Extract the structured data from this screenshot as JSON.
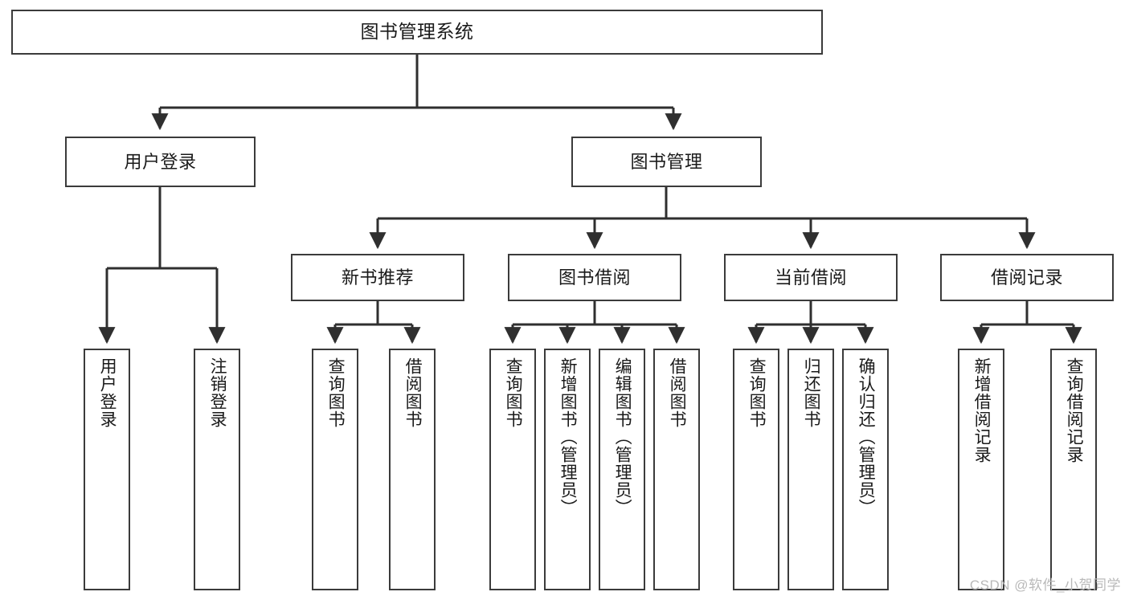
{
  "diagram": {
    "type": "tree",
    "title": "图书管理系统",
    "orientation": "top-down",
    "colors": {
      "box_border": "#3b3b3b",
      "box_fill": "#ffffff",
      "edge": "#2f2f2f",
      "text": "#1a1a1a",
      "watermark": "#b9b9b9",
      "background": "#ffffff"
    }
  },
  "root": {
    "label": "图书管理系统"
  },
  "level2": [
    {
      "label": "用户登录"
    },
    {
      "label": "图书管理"
    }
  ],
  "level3": [
    {
      "label": "新书推荐"
    },
    {
      "label": "图书借阅"
    },
    {
      "label": "当前借阅"
    },
    {
      "label": "借阅记录"
    }
  ],
  "leaves": {
    "user_login": [
      {
        "label": "用户登录"
      },
      {
        "label": "注销登录"
      }
    ],
    "new_book_recommend": [
      {
        "label": "查询图书"
      },
      {
        "label": "借阅图书"
      }
    ],
    "book_borrow": [
      {
        "label": "查询图书"
      },
      {
        "label": "新增图书（管理员）"
      },
      {
        "label": "编辑图书（管理员）"
      },
      {
        "label": "借阅图书"
      }
    ],
    "current_borrow": [
      {
        "label": "查询图书"
      },
      {
        "label": "归还图书"
      },
      {
        "label": "确认归还（管理员）"
      }
    ],
    "borrow_records": [
      {
        "label": "新增借阅记录"
      },
      {
        "label": "查询借阅记录"
      }
    ]
  },
  "watermark": {
    "text": "CSDN @软件_小贺同学"
  }
}
